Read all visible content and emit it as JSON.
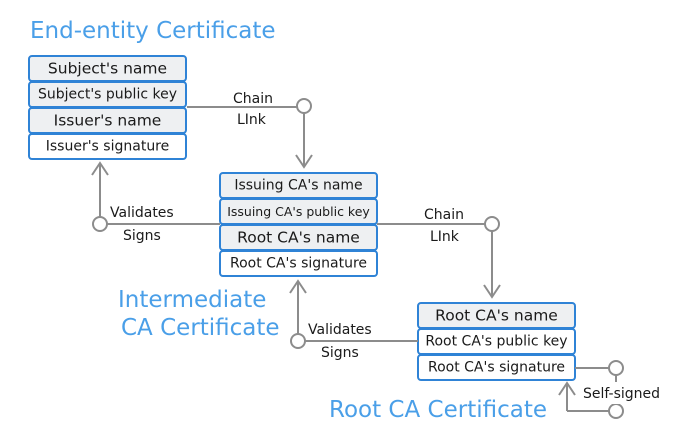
{
  "end_entity": {
    "title": "End-entity  Certificate",
    "fields": [
      "Subject's name",
      "Subject's public key",
      "Issuer's name",
      "Issuer's signature"
    ]
  },
  "intermediate": {
    "title_line1": "Intermediate",
    "title_line2": "CA Certificate",
    "fields": [
      "Issuing CA's name",
      "Issuing CA's public key",
      "Root CA's name",
      "Root CA's signature"
    ]
  },
  "root": {
    "title": "Root CA Certificate",
    "fields": [
      "Root CA's name",
      "Root CA's public key",
      "Root CA's signature"
    ]
  },
  "links": {
    "chain_1": {
      "line1": "Chain",
      "line2": "LInk"
    },
    "chain_2": {
      "line1": "Chain",
      "line2": "LInk"
    },
    "validates_1": {
      "line1": "Validates",
      "line2": "Signs"
    },
    "validates_2": {
      "line1": "Validates",
      "line2": "Signs"
    },
    "self_signed": "Self-signed"
  },
  "colors": {
    "title": "#4a9fe8",
    "box_border": "#2f83d6",
    "box_fill": "#eef0f2",
    "connector": "#8c8c8c"
  }
}
